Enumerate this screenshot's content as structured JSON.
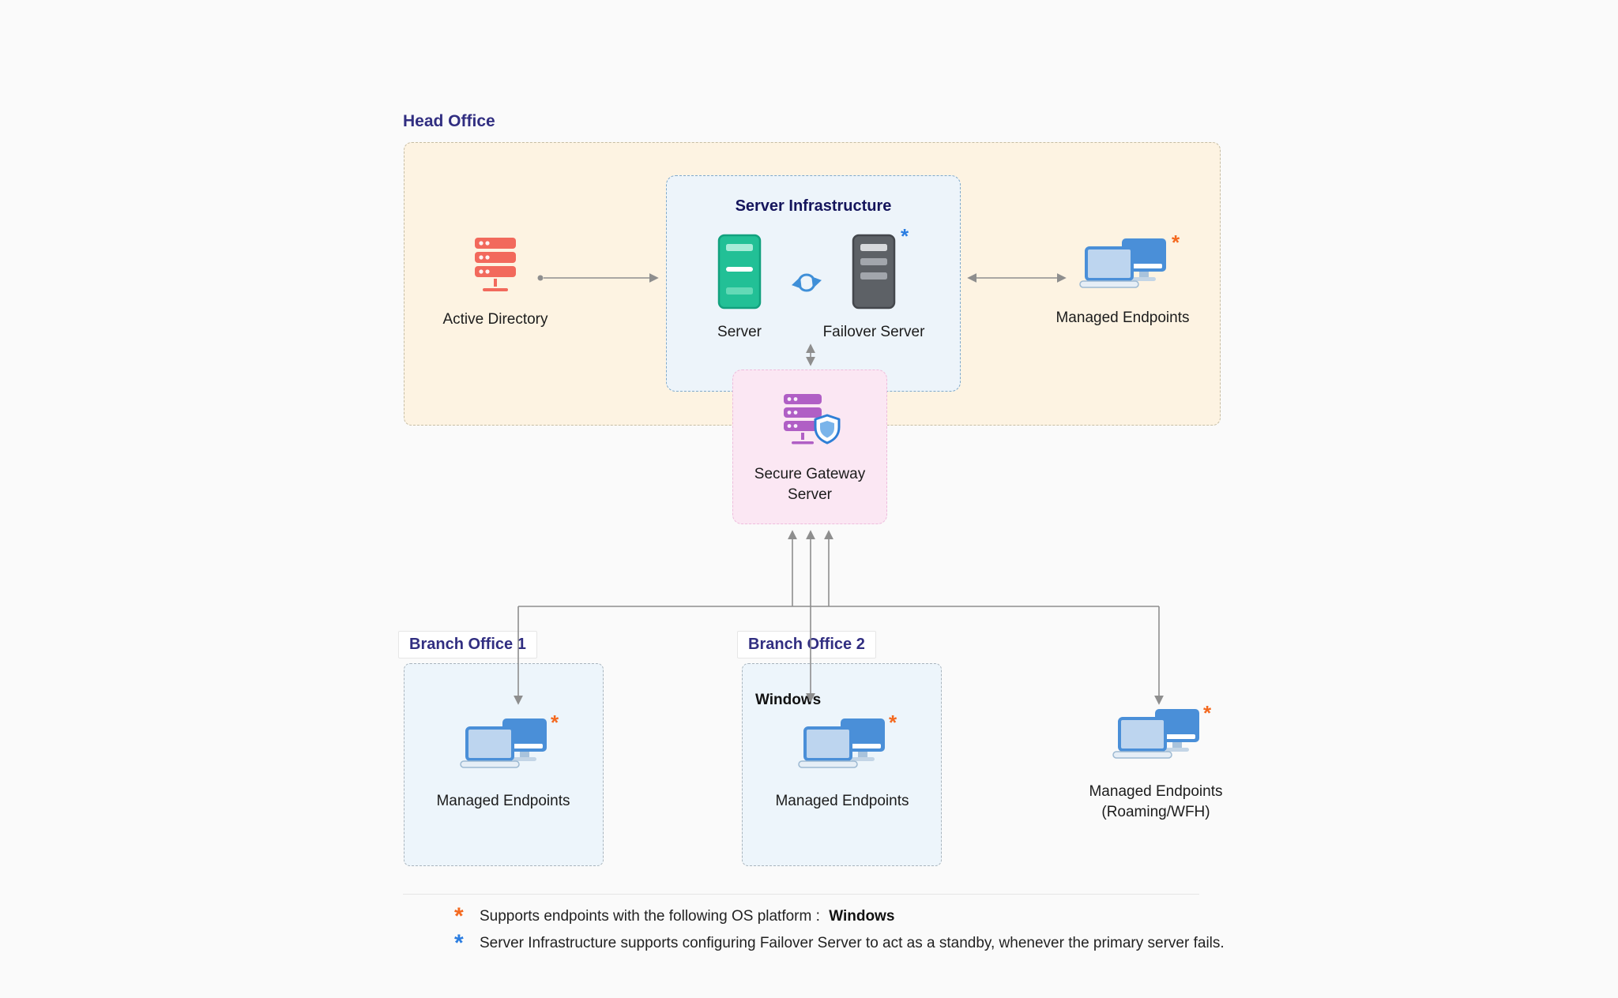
{
  "diagram": {
    "head_office": {
      "title": "Head Office"
    },
    "active_directory": {
      "label": "Active Directory"
    },
    "server_infrastructure": {
      "title": "Server Infrastructure",
      "server_label": "Server",
      "failover_label": "Failover Server",
      "failover_marker": "*"
    },
    "managed_endpoints_head_office": {
      "label": "Managed Endpoints",
      "marker": "*"
    },
    "secure_gateway": {
      "label": "Secure Gateway Server"
    },
    "branch_office_1": {
      "title": "Branch Office 1",
      "endpoints_label": "Managed Endpoints",
      "marker": "*"
    },
    "branch_office_2": {
      "title": "Branch Office 2",
      "os_label": "Windows",
      "endpoints_label": "Managed Endpoints",
      "marker": "*"
    },
    "roaming_endpoints": {
      "label": "Managed Endpoints (Roaming/WFH)",
      "marker": "*"
    },
    "legend": {
      "os_note_marker": "*",
      "os_note_text": "Supports endpoints with the following OS platform :",
      "os_note_highlight": "Windows",
      "failover_note_marker": "*",
      "failover_note_text": "Server Infrastructure supports configuring Failover Server to act as a standby, whenever the primary server fails."
    },
    "colors": {
      "title_indigo": "#312e81",
      "si_title_navy": "#15155c",
      "head_office_bg": "#fdf3e2",
      "head_office_border": "#c6bda4",
      "si_bg": "#edf4fa",
      "si_border": "#7fa9cb",
      "gateway_bg": "#fbe7f3",
      "gateway_border": "#eebcdc",
      "branch_bg": "#edf5fb",
      "branch_border": "#a8b4bd",
      "arrow_gray": "#8e8e8e",
      "marker_orange": "#f4691f",
      "marker_blue": "#2a7de1",
      "ad_red": "#f2695c",
      "server_green": "#22c096",
      "failover_gray": "#5d6166",
      "gateway_purple": "#b05fc5",
      "endpoint_blue": "#4a8fd8",
      "text_dark": "#1c1c1c"
    }
  }
}
